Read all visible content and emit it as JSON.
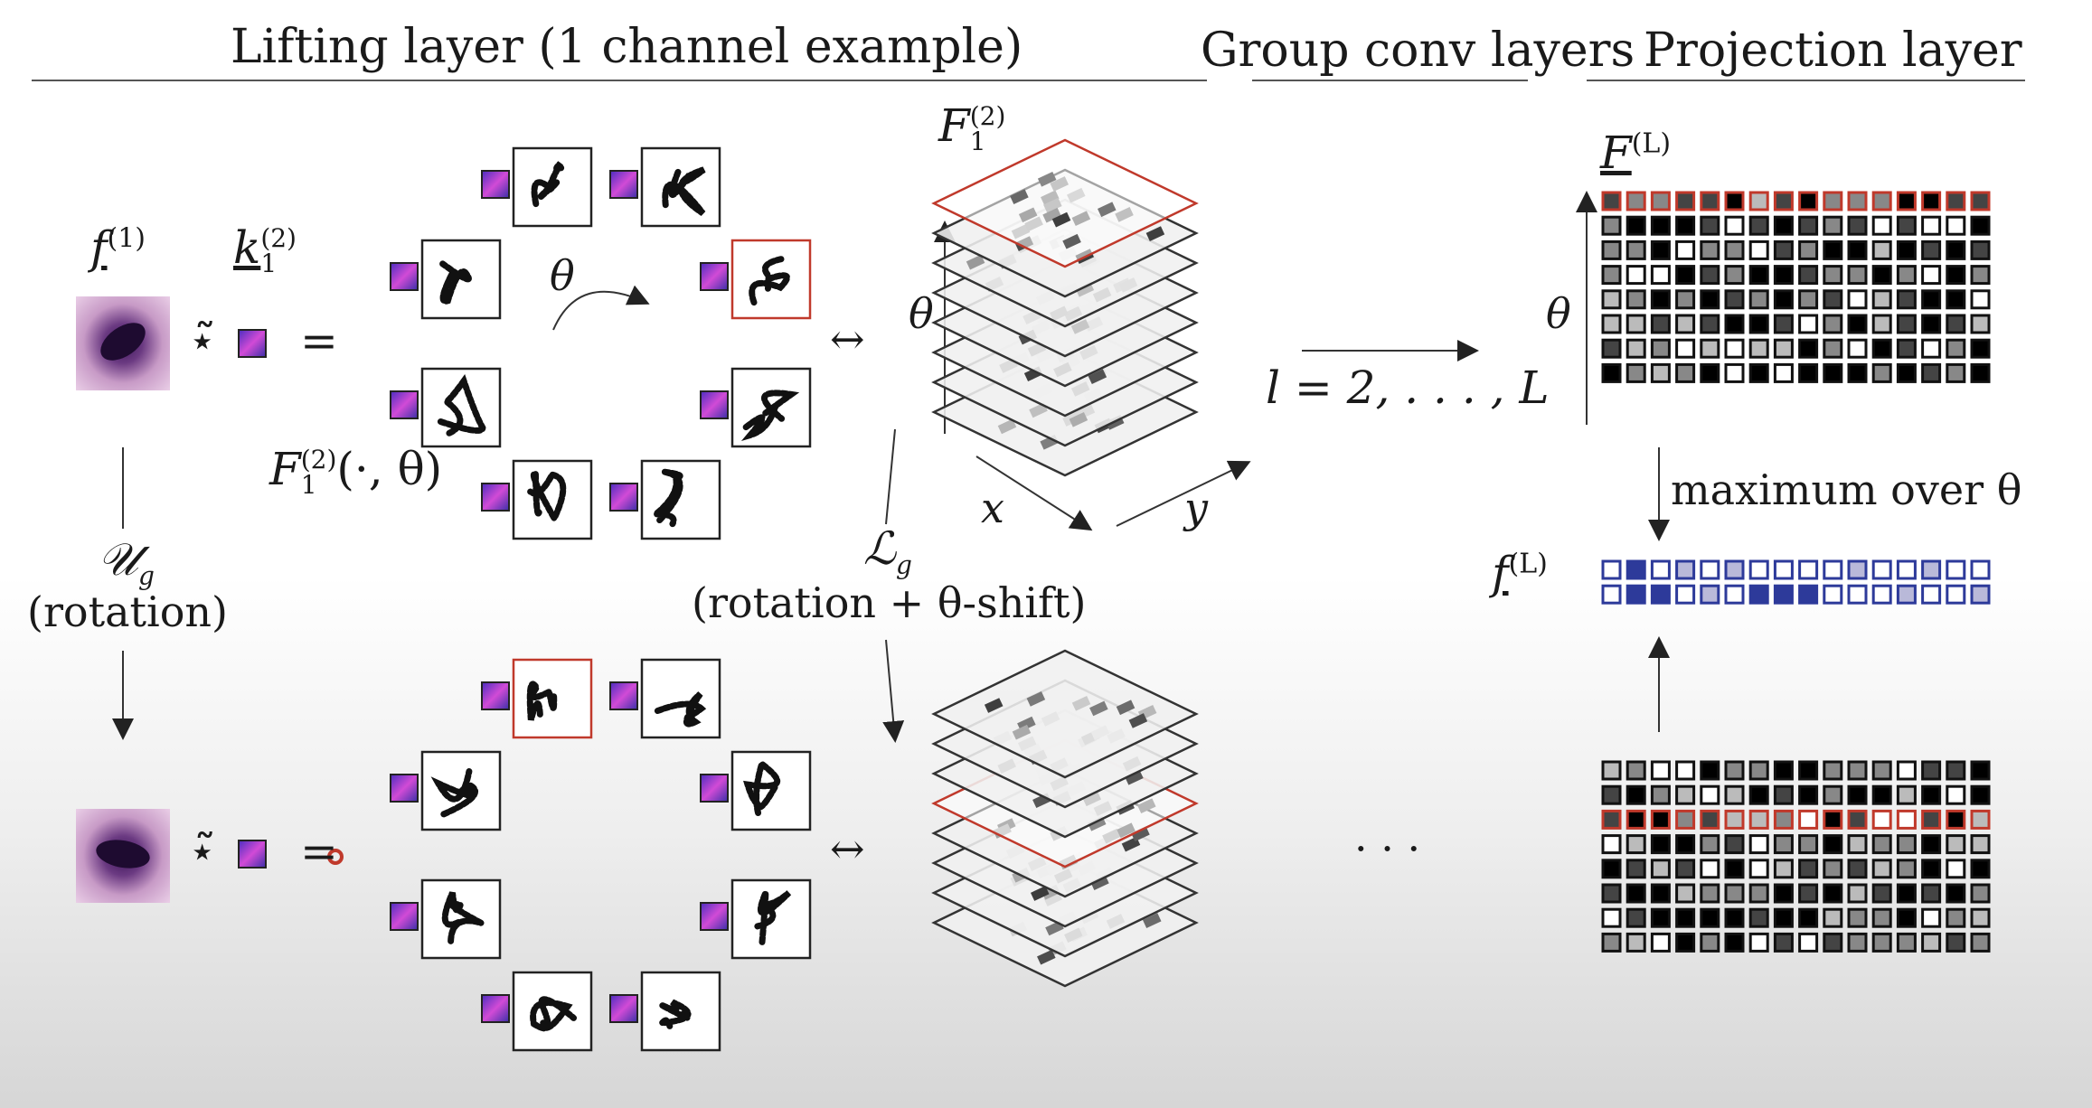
{
  "headers": {
    "lifting": "Lifting layer (1 channel example)",
    "group_conv": "Group conv layers",
    "projection": "Projection layer"
  },
  "math": {
    "f1": "f",
    "f1_sup": "(1)",
    "k1": "k",
    "k1_sub": "1",
    "k1_sup": "(2)",
    "star": "⋆̃",
    "equals": "=",
    "theta": "θ",
    "F12": "F",
    "F12_sub": "1",
    "F12_sup": "(2)",
    "F12_args": "(·, θ)",
    "leftright": "↔",
    "Ug": "𝒰",
    "Ug_sub": "g",
    "rotation": "(rotation)",
    "Lg": "ℒ",
    "Lg_sub": "g",
    "rotation_shift": "(rotation + θ-shift)",
    "x": "x",
    "y": "y",
    "layers": "l = 2, . . . , L",
    "FL": "F",
    "FL_sup": "(L)",
    "fL": "f",
    "fL_sup": "(L)",
    "maximum": "maximum over θ",
    "ellipsis": "· · ·"
  },
  "colors": {
    "accent_red": "#c0392b",
    "accent_blue": "#2d3a9a",
    "rule": "#555555"
  }
}
